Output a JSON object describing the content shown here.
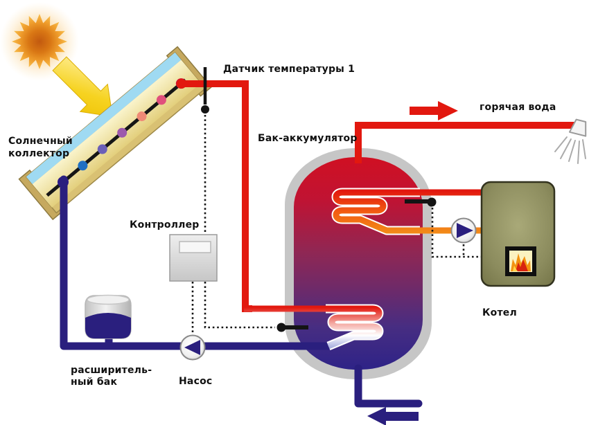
{
  "labels": {
    "sensor1": "Датчик температуры 1",
    "collector_line1": "Солнечный",
    "collector_line2": "коллектор",
    "tank": "Бак-аккумулятор",
    "hot_water": "горячая вода",
    "controller": "Контроллер",
    "boiler": "Котел",
    "expansion_line1": "расширитель-",
    "expansion_line2": "ный бак",
    "pump": "Насос"
  },
  "colors": {
    "hot_pipe": "#e2180f",
    "cold_pipe": "#2a1f7e",
    "boiler_loop_pipe": "#f28a18",
    "control_line": "#141414",
    "tank_gradient_top": "#d01022",
    "tank_gradient_bottom": "#2e2387",
    "tank_shell": "#c6c6c6",
    "collector_frame": "#d9c173",
    "collector_glass": "#9fdaf2",
    "boiler_body": "#8c8c5e",
    "sun_core": "#c2590f",
    "sun_arrow": "#f2c800",
    "label_text": "#111111"
  }
}
